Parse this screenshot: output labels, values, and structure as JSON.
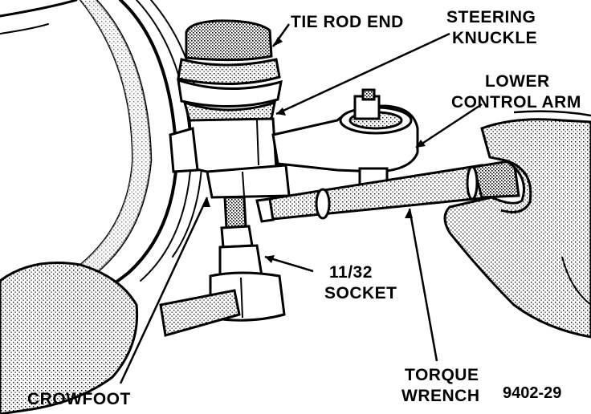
{
  "labels": {
    "tie_rod_end": "TIE ROD END",
    "steering_knuckle": [
      "STEERING",
      "KNUCKLE"
    ],
    "lower_control_arm": [
      "LOWER",
      "CONTROL ARM"
    ],
    "socket": [
      "11/32",
      "SOCKET"
    ],
    "torque_wrench": [
      "TORQUE",
      "WRENCH"
    ],
    "crowfoot": "CROWFOOT"
  },
  "figure_number": "9402-29",
  "colors": {
    "ink": "#000000",
    "paper": "#ffffff",
    "shade": "#8a8a8a"
  }
}
